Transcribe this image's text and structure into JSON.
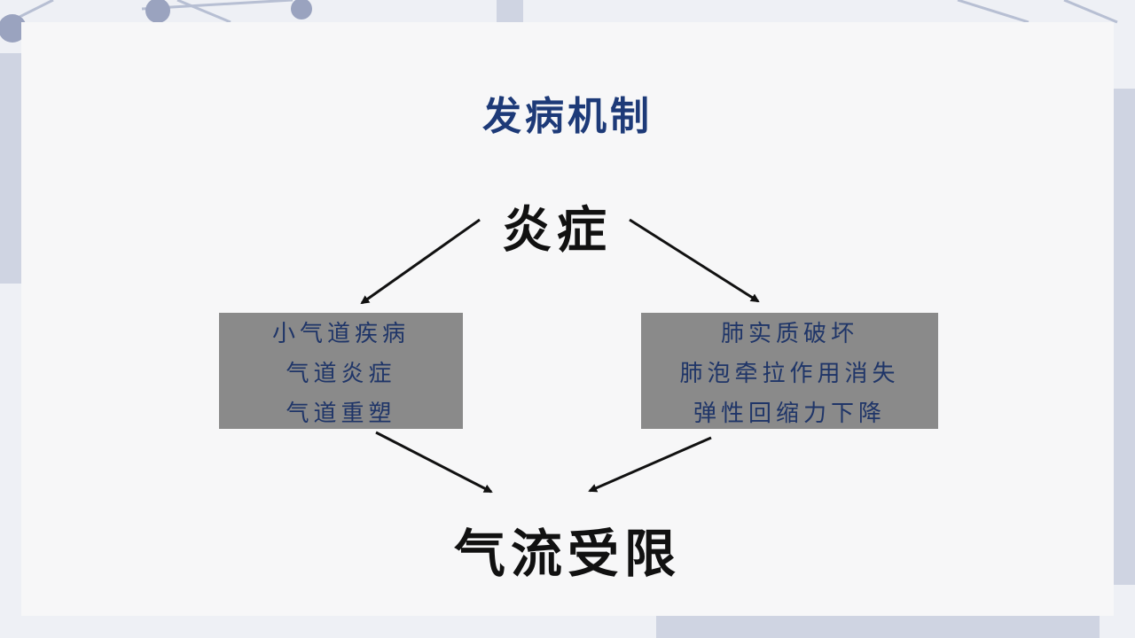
{
  "title": "发病机制",
  "top_node": "炎症",
  "left_box": {
    "lines": [
      "小气道疾病",
      "气道炎症",
      "气道重塑"
    ]
  },
  "right_box": {
    "lines": [
      "肺实质破坏",
      "肺泡牵拉作用消失",
      "弹性回缩力下降"
    ]
  },
  "bottom_node": "气流受限",
  "colors": {
    "title": "#1d3a78",
    "box_fill": "#8a8a8a",
    "box_text": "#1f3568",
    "node_text": "#111111",
    "arrow": "#111111"
  }
}
